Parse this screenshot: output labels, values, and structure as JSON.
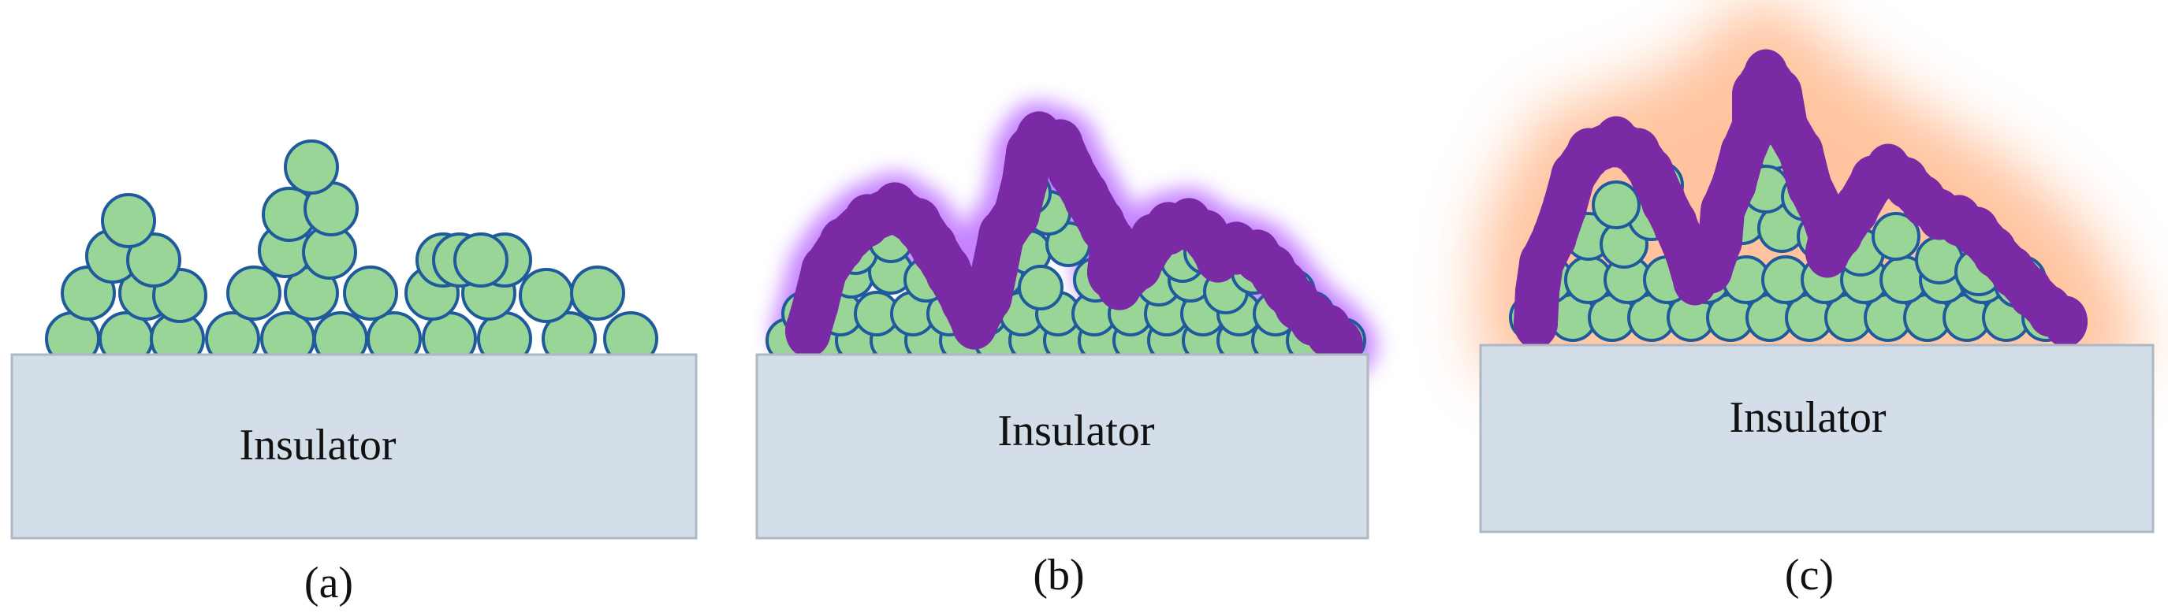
{
  "panels": [
    {
      "caption": "(a)",
      "substrate_label": "Insulator"
    },
    {
      "caption": "(b)",
      "substrate_label": "Insulator"
    },
    {
      "caption": "(c)",
      "substrate_label": "Insulator"
    }
  ],
  "colors": {
    "particle_fill": "#99D597",
    "particle_stroke": "#1F5B9C",
    "coating": "#7A2AA4",
    "glow_b": "#C27BFF",
    "glow_c": "#FFBE95",
    "insulator_fill": "#D4DEE8",
    "insulator_stroke": "#AEB8C4"
  }
}
